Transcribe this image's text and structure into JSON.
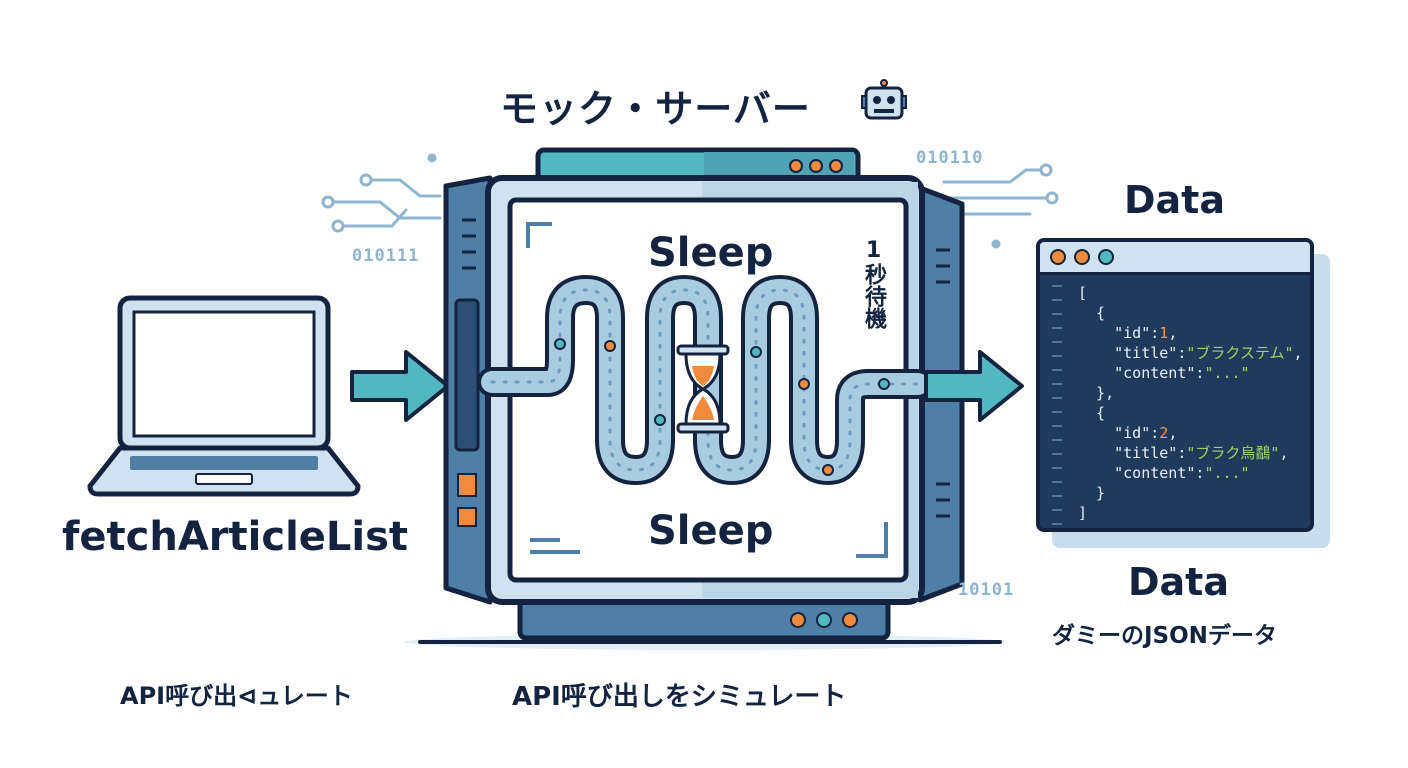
{
  "title": "モック・サーバー",
  "title_icon": "robot-icon",
  "function_label": "fetchArticleList",
  "left_caption": "API呼び出⊲ュレート",
  "center_caption": "API呼び出しをシミュレート",
  "sleep_top": "Sleep",
  "sleep_bottom": "Sleep",
  "wait_label": "1秒待機",
  "data_top": "Data",
  "data_bottom": "Data",
  "data_caption": "ダミーのJSONデータ",
  "binary": [
    "010111",
    "010110",
    "10101"
  ],
  "code": {
    "open_bracket": "[",
    "close_bracket": "]",
    "items": [
      {
        "id_key": "\"id\"",
        "id_value": "1",
        "title_key": "\"title\"",
        "title_value": "\"ブラクステム\"",
        "content_key": "\"content\"",
        "content_value": "\"...\""
      },
      {
        "id_key": "\"id\"",
        "id_value": "2",
        "title_key": "\"title\"",
        "title_value": "\"ブラク烏鷸\"",
        "content_key": "\"content\"",
        "content_value": "\"...\""
      }
    ]
  },
  "colors": {
    "navy": "#14233f",
    "teal": "#52b8bf",
    "steel": "#4f7ea6",
    "light_blue": "#cfe2ef",
    "orange": "#f08a3c",
    "code_bg": "#1f3a5a"
  }
}
